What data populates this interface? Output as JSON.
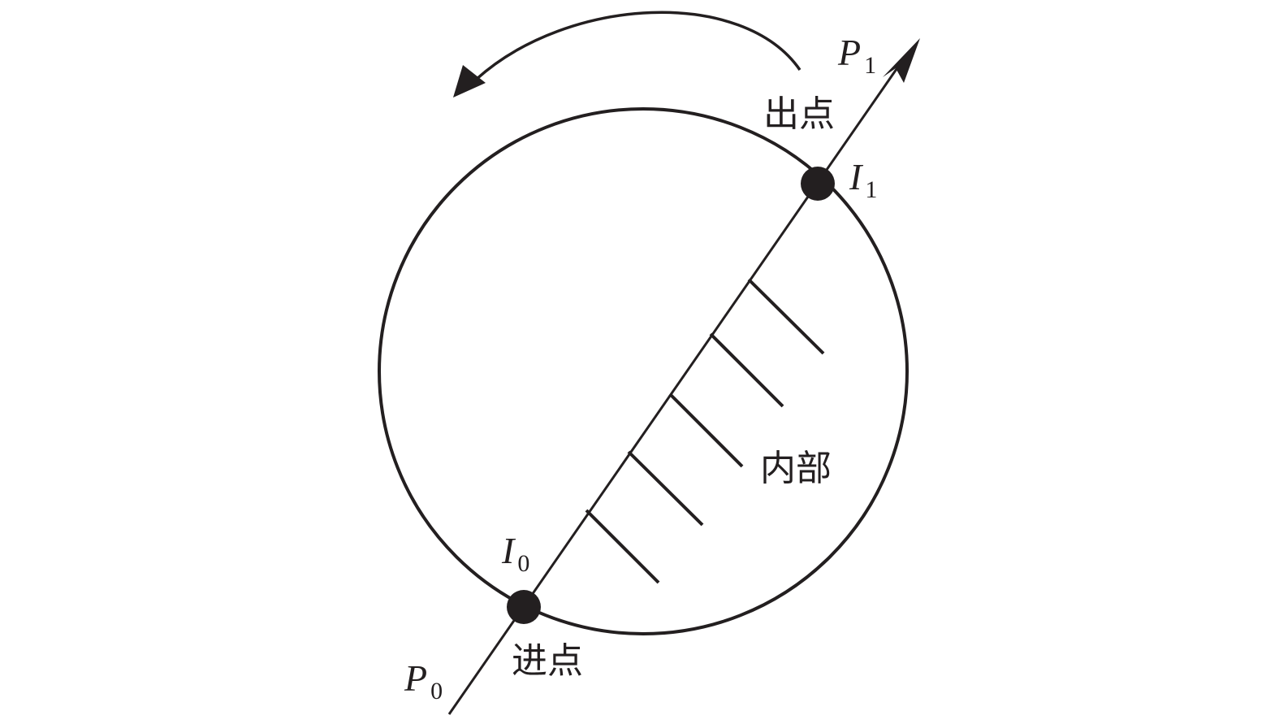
{
  "diagram": {
    "labels": {
      "p0": {
        "main": "P",
        "sub": "0"
      },
      "p1": {
        "main": "P",
        "sub": "1"
      },
      "i0": {
        "main": "I",
        "sub": "0"
      },
      "i1": {
        "main": "I",
        "sub": "1"
      },
      "entry_point": "进点",
      "exit_point": "出点",
      "interior": "内部"
    },
    "colors": {
      "stroke": "#231f20",
      "background": "#ffffff"
    }
  }
}
